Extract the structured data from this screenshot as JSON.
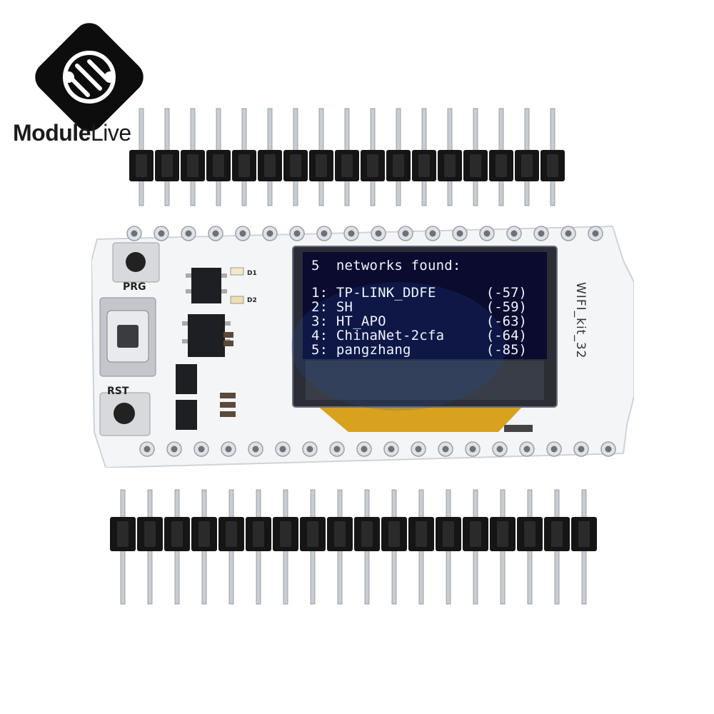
{
  "brand": {
    "name_part1": "Module",
    "name_part2": "Live",
    "logo_icon": "circuit-swirl-icon"
  },
  "board": {
    "button_top_label": "PRG",
    "button_bottom_label": "RST",
    "led1_label": "D1",
    "led2_label": "D2",
    "model_label": "WIFI_kit_32"
  },
  "oled": {
    "header": "5  networks found:",
    "networks": [
      {
        "label": "1: TP-LINK_DDFE",
        "rssi": "(-57)"
      },
      {
        "label": "2: SH",
        "rssi": "(-59)"
      },
      {
        "label": "3: HT_APO",
        "rssi": "(-63)"
      },
      {
        "label": "4: ChinaNet-2cfa",
        "rssi": "(-64)"
      },
      {
        "label": "5: pangzhang",
        "rssi": "(-85)"
      }
    ]
  },
  "colors": {
    "board": "#f4f5f7",
    "oled_bg": "#0a0b2e",
    "oled_text": "#eef4ff",
    "header_plastic": "#151515",
    "pin_metal": "#c9cdd2",
    "flex_cable": "#d8a21e"
  }
}
